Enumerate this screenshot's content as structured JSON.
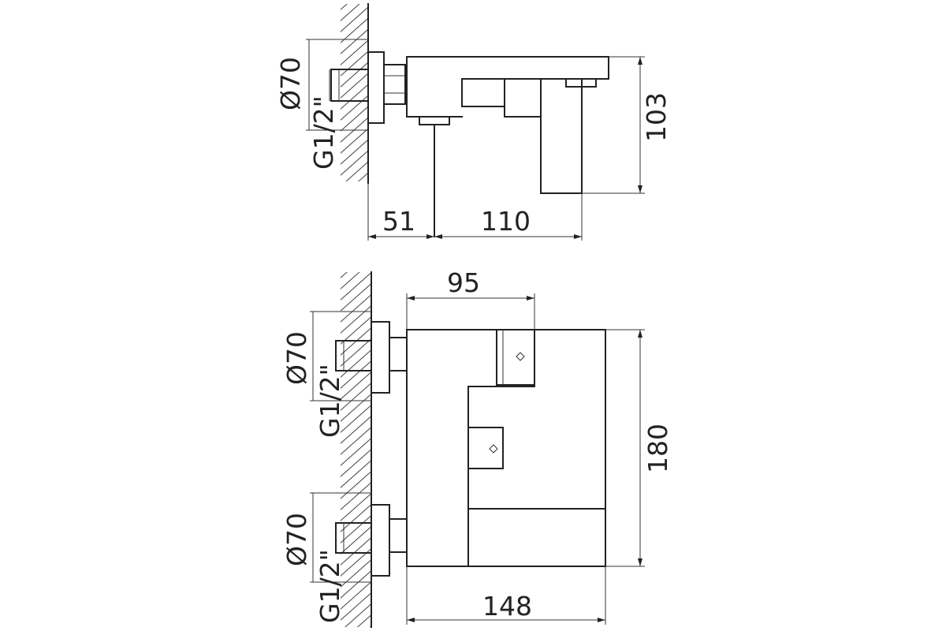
{
  "side_view": {
    "flange_diameter": "Ø70",
    "thread": "G1/2\"",
    "height": "103",
    "wall_to_handle": "51",
    "handle_to_spout": "110"
  },
  "top_view": {
    "depth": "95",
    "upper_flange_diameter": "Ø70",
    "upper_thread": "G1/2\"",
    "lower_flange_diameter": "Ø70",
    "lower_thread": "G1/2\"",
    "length": "180",
    "width": "148"
  }
}
